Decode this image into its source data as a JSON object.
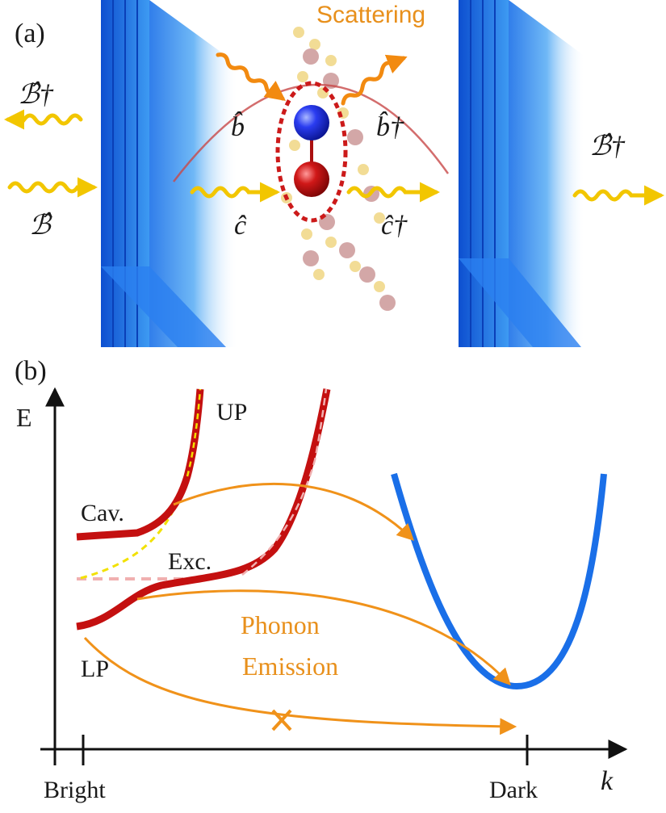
{
  "panel_a": {
    "tag": "(a)",
    "title": "Scattering",
    "op_B_left_out": "ℬ̂†",
    "op_B_left_in": "ℬ̂",
    "op_b": "b̂",
    "op_b_dag": "b̂†",
    "op_c": "ĉ",
    "op_c_dag": "ĉ†",
    "op_B_right_out": "ℬ̂†",
    "colors": {
      "mirror": "#1e73e8",
      "photon": "#f2c600",
      "phonon": "#f28a10",
      "hole": "#cc1a1a",
      "electron": "#1a33e6"
    }
  },
  "panel_b": {
    "tag": "(b)",
    "y_axis": "E",
    "x_axis": "k",
    "tick_left": "Bright",
    "tick_right": "Dark",
    "labels": {
      "up": "UP",
      "cav": "Cav.",
      "exc": "Exc.",
      "lp": "LP",
      "phonon_line1": "Phonon",
      "phonon_line2": "Emission"
    },
    "colors": {
      "polariton": "#c41010",
      "dark_exciton": "#1a6fe8",
      "arrows": "#f0921a",
      "cavity_dashed": "#f2e100",
      "exciton_dashed": "#f0b0b0"
    }
  }
}
